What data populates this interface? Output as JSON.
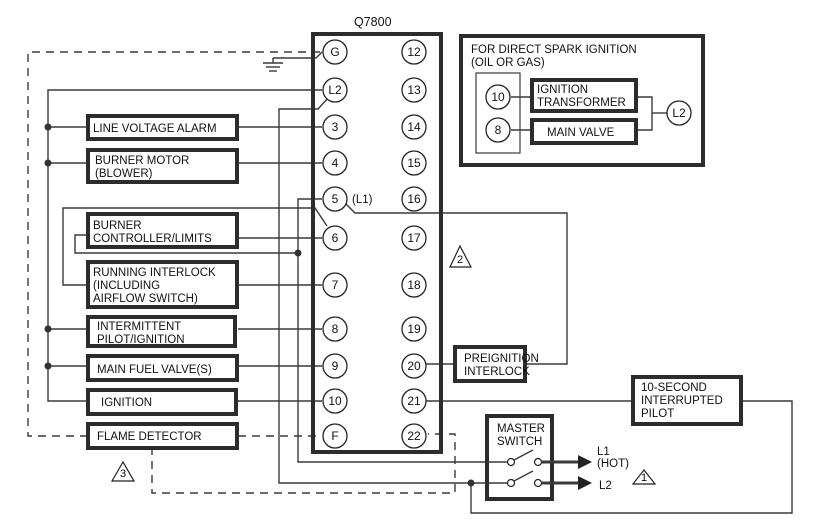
{
  "module": {
    "title": "Q7800",
    "left_terminals": [
      "G",
      "L2",
      "3",
      "4",
      "5",
      "6",
      "7",
      "8",
      "9",
      "10",
      "F"
    ],
    "right_terminals": [
      "12",
      "13",
      "14",
      "15",
      "16",
      "17",
      "18",
      "19",
      "20",
      "21",
      "22"
    ],
    "terminal_5_annotation": "(L1)"
  },
  "loads": {
    "line_voltage_alarm": [
      "LINE VOLTAGE ALARM"
    ],
    "burner_motor": [
      "BURNER MOTOR",
      "(BLOWER)"
    ],
    "burner_controller": [
      "BURNER",
      "CONTROLLER/LIMITS"
    ],
    "running_interlock": [
      "RUNNING INTERLOCK",
      "(INCLUDING",
      "AIRFLOW SWITCH)"
    ],
    "intermittent_pilot": [
      "INTERMITTENT",
      "PILOT/IGNITION"
    ],
    "main_fuel_valve": [
      "MAIN FUEL VALVE(S)"
    ],
    "ignition": [
      "IGNITION"
    ],
    "flame_detector": [
      "FLAME DETECTOR"
    ],
    "preignition_interlock": [
      "PREIGNITION",
      "INTERLOCK"
    ],
    "interrupted_pilot": [
      "10-SECOND",
      "INTERRUPTED",
      "PILOT"
    ],
    "master_switch": [
      "MASTER",
      "SWITCH"
    ]
  },
  "inset": {
    "title": [
      "FOR DIRECT SPARK IGNITION",
      "(OIL OR GAS)"
    ],
    "terminal_a": "10",
    "terminal_b": "8",
    "terminal_l2": "L2",
    "ignition_transformer": [
      "IGNITION",
      "TRANSFORMER"
    ],
    "main_valve": "MAIN VALVE"
  },
  "power": {
    "l1": [
      "L1",
      "(HOT)"
    ],
    "l2": "L2"
  },
  "notes": {
    "note1": "1",
    "note2": "2",
    "note3": "3"
  }
}
